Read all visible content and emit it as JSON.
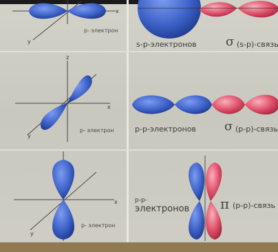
{
  "labels": {
    "p_electron_1": "p‐ электрон",
    "p_electron_2": "p‐ электрон",
    "p_electron_3": "p‐ электрон",
    "sp_electrons": "s‐p‐электронов",
    "pp_electrons": "p‐p‐электронов",
    "pp_label": "p‐p‐",
    "electrons": "электронов",
    "sigma_sp": "σ",
    "sigma_sp_text": "(s‐p)‐связь",
    "sigma_pp": "σ",
    "sigma_pp_text": "(p‐p)‐связь",
    "pi_pp": "π",
    "pi_pp_text": "(p‐p)‐связь"
  },
  "axes": {
    "x": "x",
    "y": "y"
  },
  "colors": {
    "orbital_blue": "#3e63c9",
    "orbital_red": "#e0506a",
    "background": "#cfcdc3"
  }
}
